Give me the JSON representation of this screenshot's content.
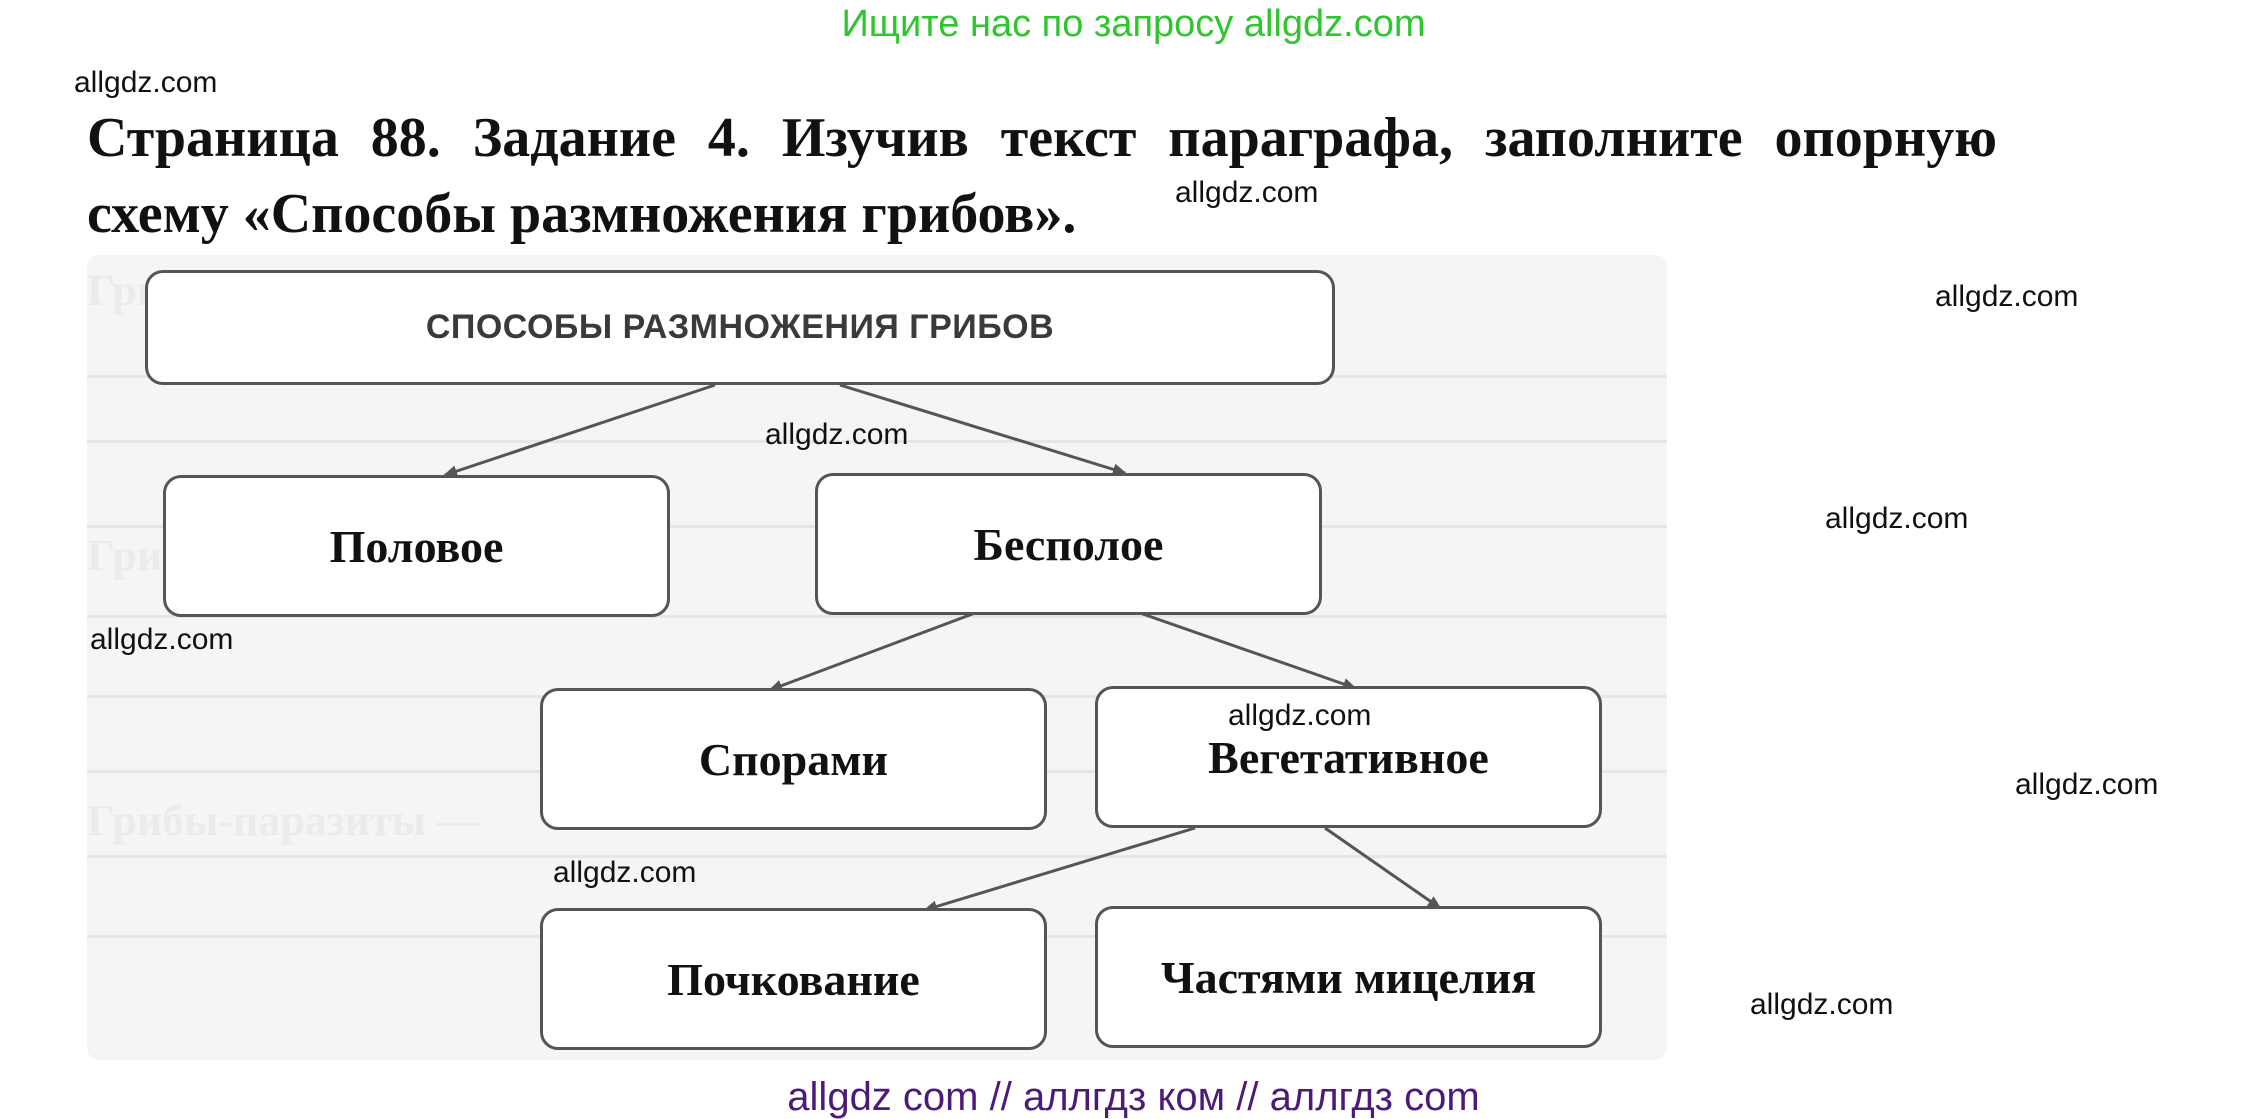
{
  "banner": "Ищите нас по запросу allgdz.com",
  "heading": "Страница 88. Задание 4. Изучив текст параграфа, заполните опорную схему «Способы размножения грибов».",
  "watermark": "allgdz.com",
  "scan_background": {
    "line1": "Грибы —",
    "line2": "Грибы-паразиты —",
    "line3": "Грибы-паразиты —"
  },
  "diagram": {
    "root": "СПОСОБЫ РАЗМНОЖЕНИЯ ГРИБОВ",
    "sexual": "Половое",
    "asexual": "Бесполое",
    "spores": "Спорами",
    "vegetative": "Вегетативное",
    "budding": "Почкование",
    "mycelium": "Частями мицелия"
  },
  "footer": "allgdz com  //  аллгдз ком  //  аллгдз com",
  "colors": {
    "banner": "#2ec52e",
    "footer": "#4b1a7a",
    "box_border": "#555555",
    "arrow": "#555555"
  }
}
